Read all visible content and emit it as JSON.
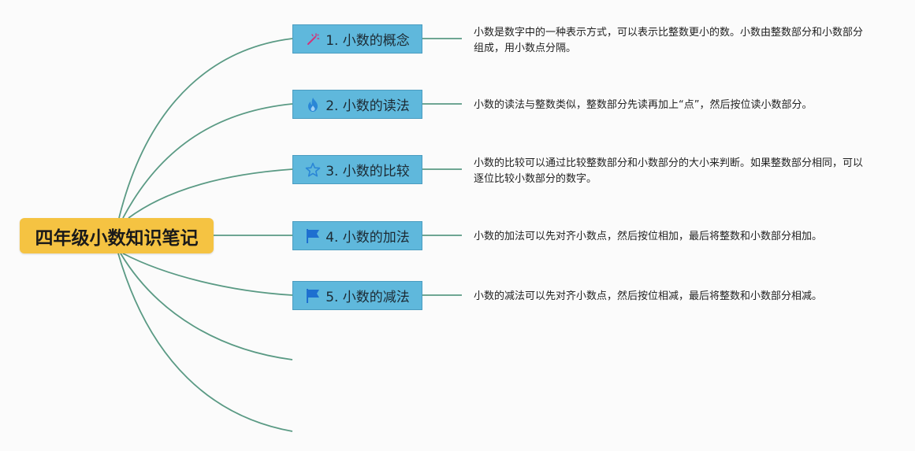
{
  "root": {
    "title": "四年级小数知识笔记"
  },
  "topics": [
    {
      "label": "1. 小数的概念",
      "icon": "magic-wand-icon",
      "icon_color": "#d2347a",
      "note": "小数是数字中的一种表示方式，可以表示比整数更小的数。小数由整数部分和小数部分组成，用小数点分隔。"
    },
    {
      "label": "2. 小数的读法",
      "icon": "flame-icon",
      "icon_color": "#2a86d6",
      "note": "小数的读法与整数类似，整数部分先读再加上“点”，然后按位读小数部分。"
    },
    {
      "label": "3. 小数的比较",
      "icon": "star-icon",
      "icon_color": "#2a86d6",
      "note": "小数的比较可以通过比较整数部分和小数部分的大小来判断。如果整数部分相同，可以逐位比较小数部分的数字。"
    },
    {
      "label": "4. 小数的加法",
      "icon": "flag-icon",
      "icon_color": "#1e6fd0",
      "note": "小数的加法可以先对齐小数点，然后按位相加，最后将整数和小数部分相加。"
    },
    {
      "label": "5. 小数的减法",
      "icon": "flag-icon",
      "icon_color": "#1e6fd0",
      "note": "小数的减法可以先对齐小数点，然后按位相减，最后将整数和小数部分相减。"
    }
  ],
  "colors": {
    "connector": "#5a9a84",
    "root_fill": "#f5c342",
    "topic_fill": "#5fb8dc"
  }
}
